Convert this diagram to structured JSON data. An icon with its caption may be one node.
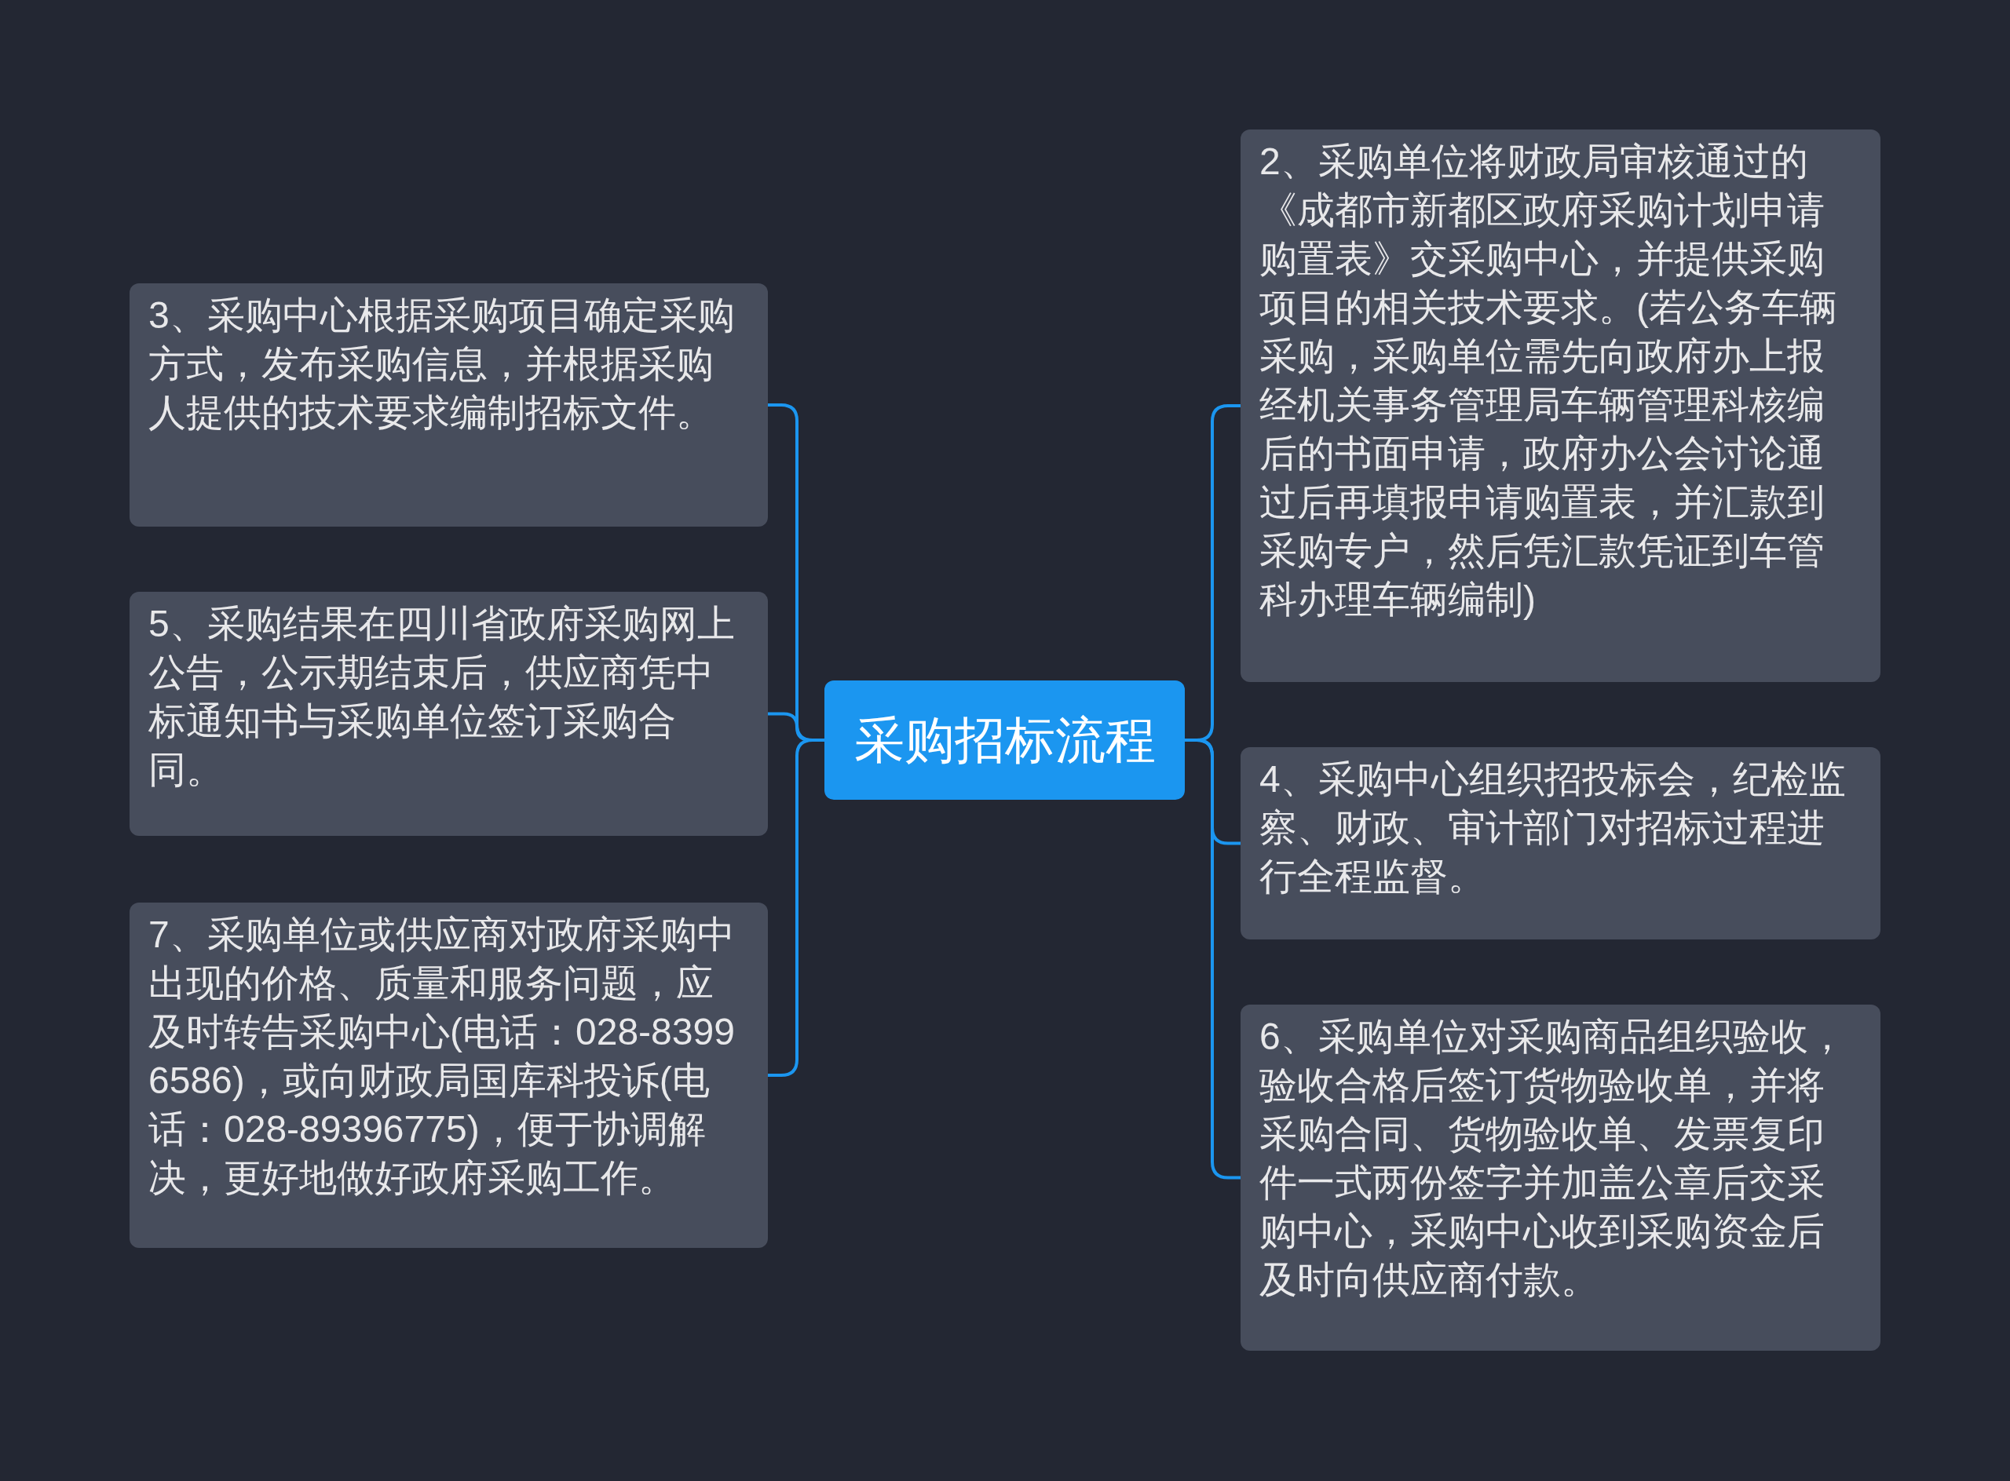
{
  "diagram": {
    "nodes": [
      {
        "text": [
          "采购招标流程"
        ]
      },
      {
        "text": [
          "2、采购单位将财政局审核通过的《成都市新都区政府采购计划申请购置表》交采购中心，并提供采购项目的相关技术要求。(若公务车辆采购，采购单位需先向政府办上报经机关事务管理局车辆管理科核编后的书面申请，政府办公会讨论通过后再填报申请购置表，并汇款到采购专户，然后凭汇款凭证到车管科办理车辆编制)"
        ]
      },
      {
        "text": [
          "3、采购中心根据采购项目确定采购方式，发布采购信息，并根据采购人提供的技术要求编制招标文件。"
        ]
      },
      {
        "text": [
          "4、采购中心组织招投标会，纪检监察、财政、审计部门对招标过程进行全程监督。"
        ]
      },
      {
        "text": [
          "5、采购结果在四川省政府采购网上公告，公示期结束后，供应商凭中标通知书与采购单位签订采购合同。"
        ]
      },
      {
        "text": [
          "6、采购单位对采购商品组织验收，验收合格后签订货物验收单，并将采购合同、货物验收单、发票复印件一式两份签字并加盖公章后交采购中心，采购中心收到采购资金后及时向供应商付款。"
        ]
      },
      {
        "text": [
          "7、采购单位或供应商对政府采购中出现的价格、质量和服务问题，应及时转告采购中心(电话：028-83996586)，或向财政局国库科投诉(电话：028-89396775)，便于协调解决，更好地做好政府采购工作。"
        ]
      }
    ],
    "edges": [
      {
        "from": 0,
        "to": 1,
        "arrow": "none"
      },
      {
        "from": 0,
        "to": 2,
        "arrow": "none"
      },
      {
        "from": 0,
        "to": 3,
        "arrow": "none"
      },
      {
        "from": 0,
        "to": 4,
        "arrow": "none"
      },
      {
        "from": 0,
        "to": 5,
        "arrow": "none"
      },
      {
        "from": 0,
        "to": 6,
        "arrow": "none"
      }
    ]
  }
}
